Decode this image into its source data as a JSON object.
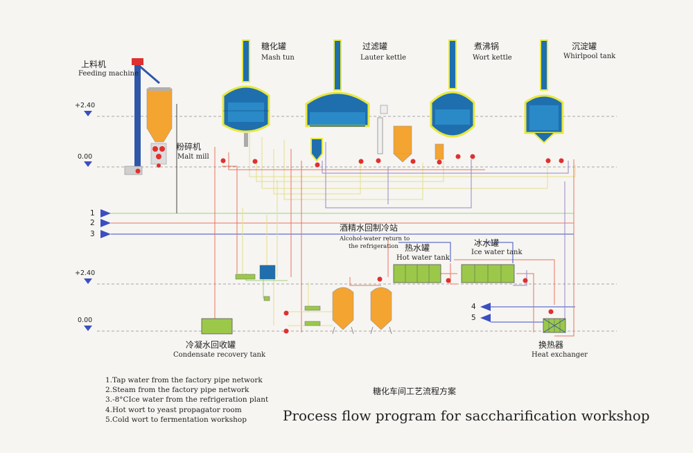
{
  "levels": [
    "+2.40",
    "0.00",
    "+2.40",
    "0.00"
  ],
  "equipment": {
    "feeding_machine": {
      "cn": "上料机",
      "en": "Feeding machine"
    },
    "malt_mill": {
      "cn": "粉碎机",
      "en": "Malt mill"
    },
    "mash_tun": {
      "cn": "糖化罐",
      "en": "Mash tun"
    },
    "lauter_kettle": {
      "cn": "过滤罐",
      "en": "Lauter kettle"
    },
    "wort_kettle": {
      "cn": "煮沸锅",
      "en": "Wort kettle"
    },
    "whirlpool_tank": {
      "cn": "沉淀罐",
      "en": "Whirlpool tank"
    },
    "alcohol_water_station": {
      "cn": "酒精水回制冷站",
      "en_line1": "Alcohol-water return to",
      "en_line2": "the refrigeration"
    },
    "hot_water_tank": {
      "cn": "热水罐",
      "en": "Hot water tank"
    },
    "ice_water_tank": {
      "cn": "冰水罐",
      "en": "Ice water tank"
    },
    "condensate_tank": {
      "cn": "冷凝水回收罐",
      "en": "Condensate recovery tank"
    },
    "heat_exchanger": {
      "cn": "换热器",
      "en": "Heat exchanger"
    }
  },
  "inlets": [
    "1",
    "2",
    "3",
    "4",
    "5"
  ],
  "legend": [
    "1.Tap water from the factory pipe network",
    "2.Steam from the factory pipe network",
    "3.-8°CIce water from the refrigeration plant",
    "4.Hot wort to yeast propagator room",
    "5.Cold wort to fermentation workshop"
  ],
  "title_cn": "糖化车间工艺流程方案",
  "title_en": "Process flow program for saccharification workshop",
  "colors": {
    "vessel_blue": "#1f6fae",
    "vessel_outline": "#e8e840",
    "tank_orange": "#f4a431",
    "tank_green": "#9cc84a",
    "valve_red": "#e03030",
    "arrow_blue": "#3b4fc0",
    "pipe_red": "#e9735f",
    "pipe_yellow": "#e4df88",
    "pipe_purple": "#9a84c6",
    "pipe_green": "#9fcf7c",
    "level_line": "#8a8a8a"
  }
}
